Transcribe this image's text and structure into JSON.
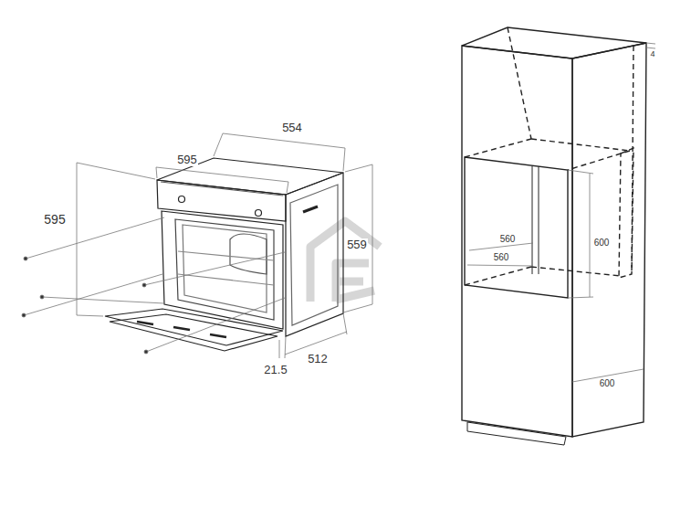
{
  "diagram": {
    "labels": [
      "554",
      "595",
      "595",
      "559",
      "21.5",
      "512",
      "4",
      "560",
      "560",
      "600",
      "600"
    ]
  }
}
